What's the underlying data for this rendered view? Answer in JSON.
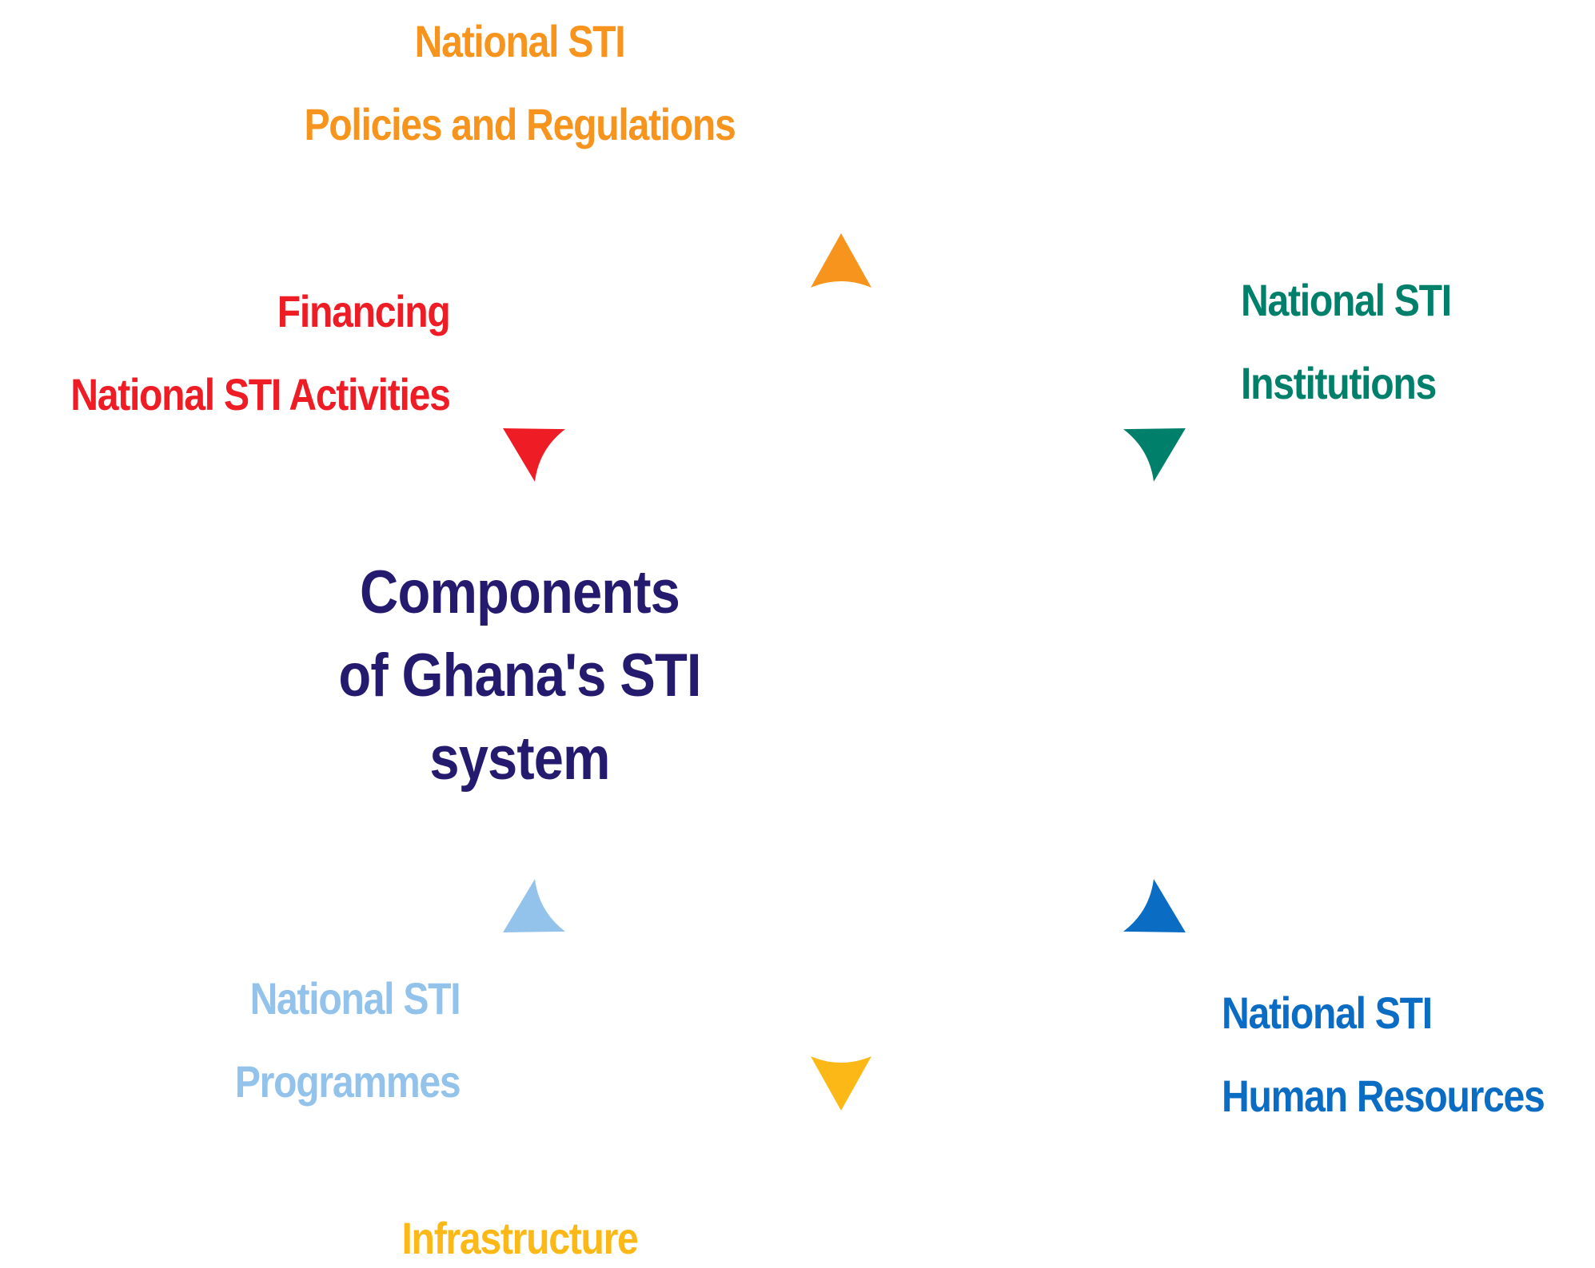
{
  "center": {
    "lines": [
      "Components",
      "of Ghana's STI",
      "system"
    ],
    "color": "#241a6e"
  },
  "components": [
    {
      "id": "policies",
      "lines": [
        "National STI",
        "Policies and Regulations"
      ],
      "color": "#f7941d"
    },
    {
      "id": "institutions",
      "lines": [
        "National STI",
        "Institutions"
      ],
      "color": "#00806a"
    },
    {
      "id": "human-resources",
      "lines": [
        "National STI",
        "Human Resources"
      ],
      "color": "#0b6cc4"
    },
    {
      "id": "infrastructure",
      "lines": [
        "Infrastructure"
      ],
      "color": "#fbb817"
    },
    {
      "id": "programmes",
      "lines": [
        "National STI",
        "Programmes"
      ],
      "color": "#93c2ea"
    },
    {
      "id": "financing",
      "lines": [
        "Financing",
        "National STI Activities"
      ],
      "color": "#ee1c25"
    }
  ]
}
